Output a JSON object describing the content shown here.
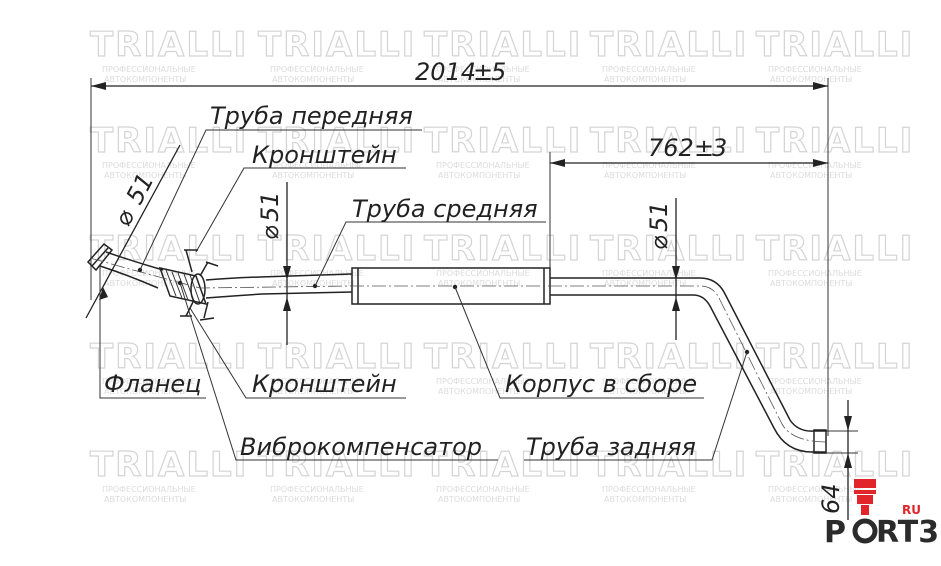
{
  "dimensions": {
    "total_length": "2014",
    "total_tol": "5",
    "rear_length": "762",
    "rear_tol": "3",
    "dia_front": "51",
    "dia_mid": "51",
    "dia_rear": "51",
    "outlet_height": "64"
  },
  "labels": {
    "front_pipe": "Труба передняя",
    "bracket_top": "Кронштейн",
    "middle_pipe": "Труба средняя",
    "flange": "Фланец",
    "bracket_bottom": "Кронштейн",
    "housing": "Корпус в сборе",
    "vibro": "Виброкомпенсатор",
    "rear_pipe": "Труба задняя"
  },
  "watermark": {
    "brand": "TRIALLI",
    "tagline_1": "ПРОФЕССИОНАЛЬНЫЕ",
    "tagline_2": "АВТОКОМПОНЕНТЫ"
  },
  "logo": {
    "text_a": "P",
    "text_b": "RT3",
    "suffix": "RU",
    "accent": "#e1252b"
  }
}
